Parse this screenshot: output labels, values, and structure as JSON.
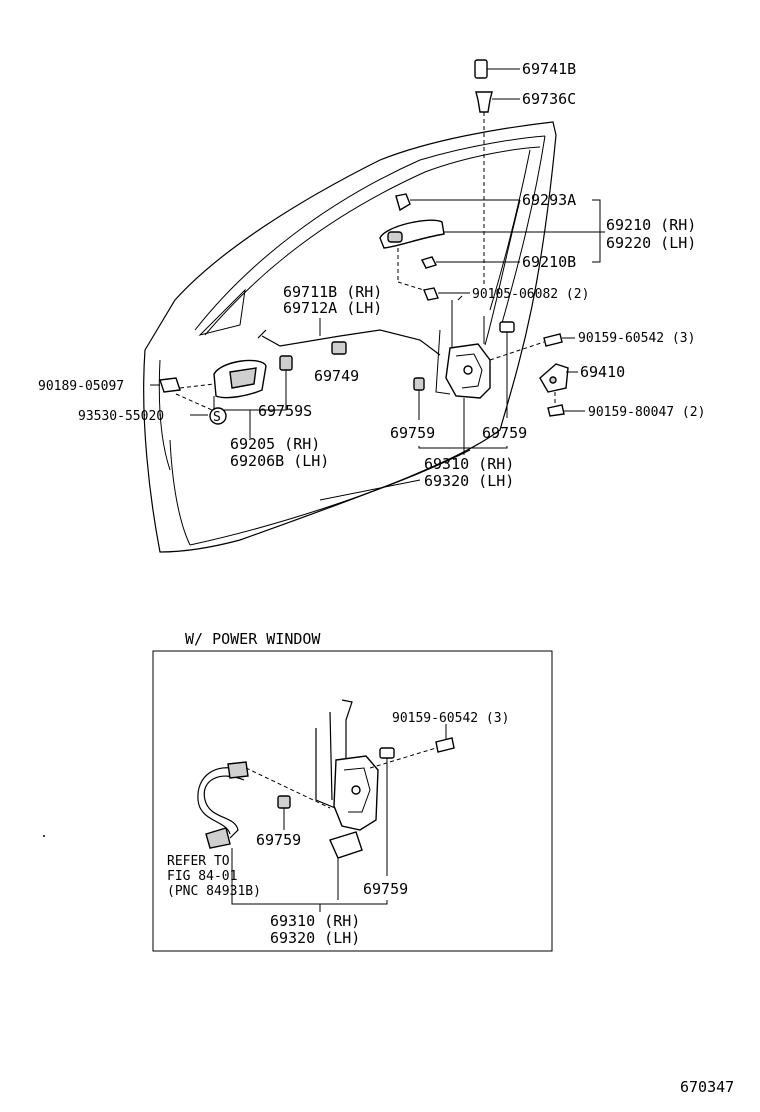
{
  "labels": {
    "p69741B": "69741B",
    "p69736C": "69736C",
    "p69293A": "69293A",
    "p69210RH": "69210 (RH)",
    "p69220LH": "69220 (LH)",
    "p69210B": "69210B",
    "p90105": "90105-06082 (2)",
    "p69711B": "69711B (RH)",
    "p69712A": "69712A (LH)",
    "p90159a": "90159-60542 (3)",
    "p90189": "90189-05097",
    "p69749": "69749",
    "p69410": "69410",
    "p93530": "93530-55020",
    "p69759S": "69759S",
    "p90159b": "90159-80047 (2)",
    "p69759a": "69759",
    "p69759b": "69759",
    "p69205": "69205  (RH)",
    "p69206B": "69206B (LH)",
    "p69310a": "69310 (RH)",
    "p69320a": "69320 (LH)",
    "inset_title": "W/ POWER  WINDOW",
    "p90159c": "90159-60542 (3)",
    "refer1": "REFER TO",
    "refer2": "FIG 84-01",
    "refer3": "(PNC 84931B)",
    "p69759c": "69759",
    "p69759d": "69759",
    "p69310b": "69310 (RH)",
    "p69320b": "69320 (LH)",
    "fig_no": "670347"
  }
}
